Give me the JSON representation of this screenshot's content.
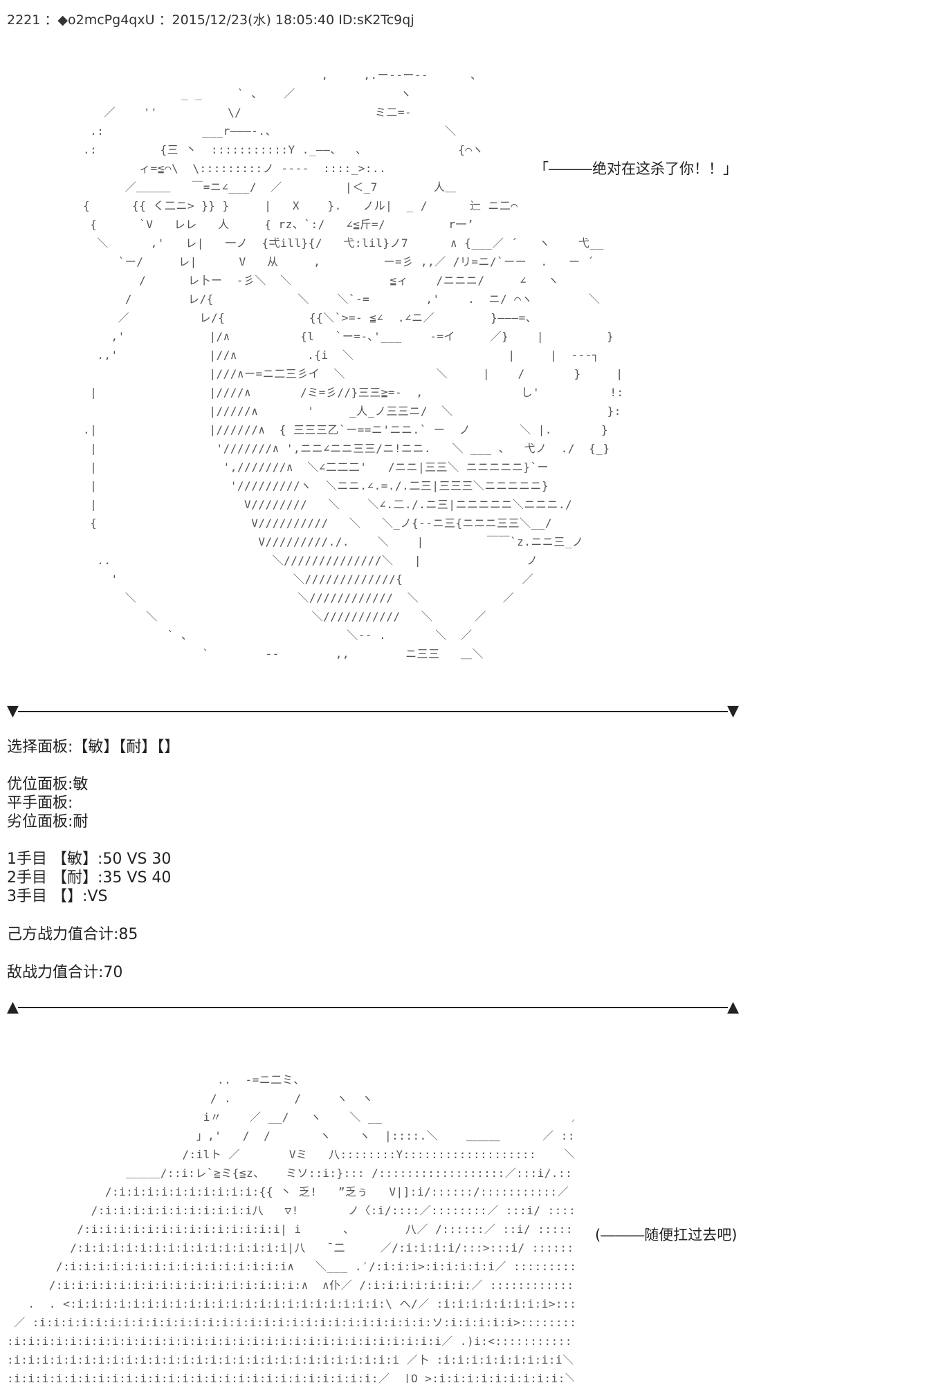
{
  "post": {
    "header": "2221 ：◆o2mcPg4qxU ：2015/12/23(水) 18:05:40 ID:sK2Tc9qj"
  },
  "art_top": {
    "lines": [
      "                                  ,     ,.ー--ー--      、",
      "              _ _     ` 、   ／               ヽ",
      "   ／    ''          \\/                   ミ二=-",
      " .:              ___r―――-.、                        ＼",
      ".:         {三 丶  :::::::::::Y ._――、  、             {⌒ヽ",
      "        ィ=≦⌒\\  \\:::::::::ノ ----  ::::_>:..",
      "      ／＿＿＿   ￣=ニ∠___/  ／         |＜_7        人＿",
      "{      {{ く二ニ> }} }     |   X    }.   ノル|  _ /      辷 ニ二⌒",
      " {      `V   レレ   人     { rz、`:/   ∠≦斤=/         r一’",
      "  ＼      ,'   レ|   一ノ  {弌ill}{/   弋:lil}ノ7      ∧ {___／ ´   ヽ    弋__",
      "     `ー/     レ|      V   从     ,         ー=彡 ,,／ /リ=ニ/`ーー  .   ー ´",
      "        /      レ卜ー  -彡＼  ＼              ≦ィ    /ニニニ/     ∠   ヽ",
      "      /        レ/{            ＼    ＼`-=        ,'    .  ニ/ ⌒ヽ        ＼",
      "     ／          レ/{            {{＼`>=- ≦∠  .∠ニ／        }―――=、",
      "    ,'            |/∧          {l   `ー=-､'___    -=イ     ／}    |         }",
      "  .,'             |//∧          .{i  ＼                      |     |  ---┐    卜-、",
      "                  |///∧ー=ニ二三彡イ  ＼             ＼     |    /       }     |     }",
      " |                |////∧       /ミ=彡//}三三≧=-  ,              し'          !:    |     卜、",
      "                  |/////∧       '     _人_ノ三三ニ/  ＼                      }:    |     |    }",
      ".|                |//////∧  { 三三三乙`ー==ニ'ニニ.` ー  ノ       ＼ |.       }     ∧.  |",
      " |                 '///////∧ ',ニニ∠ニニ三三/ニ!ニニ.   ＼ ___ 、  弋ノ  ./  {_}",
      " |                  ',///////∧  ＼∠二二二'   /ニニ|三三＼ ニニニニニ}`ー",
      " |                   '/////////ヽ  ＼ニニ.∠.=./.二三|三三三＼ニニニニニ}",
      " |                     V////////   ＼    ＼∠.二./.ニ三|ニニニニニ＼ニニニ./",
      " {                      V//////////   ＼   ＼_ノ{--ニ三{ニニニ三三＼__/",
      "                         V/////////./.    ＼    |         ￣￣`z.ニニ三_ノ",
      "  ..                       ＼//////////////＼   |               ノ",
      "    '                         ＼/////////////{                 ／",
      "      ＼                       ＼////////////  ＼            ／",
      "         ＼                      ＼///////////   ＼      ／",
      "            ` 、                      ＼-- .       ＼  ／",
      "                 `        --        ,,        ニ三三   ＿＼"
    ]
  },
  "speech": {
    "top": "「―――绝对在这杀了你！！」",
    "bottom": "(―――随便扛过去吧)"
  },
  "divider": {
    "top_left": "▼",
    "top_right": "▼",
    "bottom_left": "▲",
    "bottom_right": "▲"
  },
  "stats": {
    "select": "选择面板:【敏】【耐】【】",
    "superior": "优位面板:敏",
    "even": "平手面板:",
    "inferior": "劣位面板:耐",
    "round1": "1手目 【敏】:50 VS 30",
    "round2": "2手目 【耐】:35 VS 40",
    "round3": "3手目 【】:VS",
    "own_total": "己方战力值合计:85",
    "enemy_total": "敌战力值合计:70"
  },
  "art_bottom": {
    "lines": [
      "                              ..  -=ニ二ミ、",
      "                             / .         /     ヽ  ヽ                              ＿＿＿",
      "                            i〃    ／ __/   ヽ    ＼ __                           ／              、",
      "                           」,'   /  /       ヽ    ヽ  |::::.＼    ＿＿＿      ／ :::::::::::::::::::::i",
      "                         /:ilト ／       Vミ   八::::::::Y:::::::::::::::::::    ＼/ ::::::::::::::::::::::::::|",
      "                 ＿＿＿/::i:レ`≧ミ{≦z、   ミソ::i:}::: /::::::::::::::::::／:::i/.:::::::::::::::::::::::::::::::::ト",
      "              /:i:i:i:i:i:i:i:i:i:i:{{ 丶 乏!   ”乏ぅ   V|]:i/::::::/:::::::::::／ :::i/ :::::::::::::::::::::::::::::::::::|:|",
      "            /:i:i:i:i:i:i:i:i:i:i:i八   ▽!       ノ〈:i/::::／::::::::／ :::i/ ::::::::::::::::::::::::::::::::::::::::::|:|",
      "          /:i:i:i:i:i:i:i:i:i:i:i:i:i:i| i      ､        八／ /::::::／ ::i/ :::::::::::::::::::::::::::::::::::::::::::::::/:|",
      "         /:i:i:i:i:i:i:i:i:i:i:i:i:i:i:i|八   ¯二     ／/:i:i:i:i/:::>:::i/ :::::::::::::::::::::::::::::::::::::::::/:/:i|",
      "       /:i:i:i:i:i:i:i:i:i:i:i:i:i:i:i:i∧   ＼___ .′/:i:i:i>:i:i:i:i:i／ :::::::::::::::::::::::::::::::::::::／ ::i/:i:i:i|",
      "      /:i:i:i:i:i:i:i:i:i:i:i:i:i:i:i:i:i:∧  ∧仆／ /:i:i:i:i:i:i:i:／ ::::::::::::::::::::::::::::::>:i:i:i:i:i:i:i:/:i:i:i:/",
      "   .  . <:i:i:i:i:i:i:i:i:i:i:i:i:i:i:i:i:i:i:i:i:i:i:\\ ヘ/／ :i:i:i:i:i:i:i:i>::::::::::::::::::::::::::>:i:i:i:i:i:i:i:i:i:i:i/:i:i:i:i:/",
      " ／ :i:i:i:i:i:i:i:i:i:i:i:i:i:i:i:i:i:i:i:i:i:i:i:i:i:i:i:i:ソ:i:i:i:i:i>::::::::::::::::::::::::>:i:i:i:i:i:i:i:i:i:i:i:i:i:i:i:i:i:i/:i:i:i/",
      ":i:i:i:i:i:i:i:i:i:i:i:i:i:i:i:i:i:i:i:i:i:i:i:i:i:i:i:i:i:i:i／ .)i:<::::::::::::::::::::::::<:i:i:i:i:i:i:i:i:i:i:i:i:i:i:i:i:i:i:i:i:i:i:／",
      ":i:i:i:i:i:i:i:i:i:i:i:i:i:i:i:i:i:i:i:i:i:i:i:i:i:i:i:i ／卜 :i:i:i:i:i:i:i:i:i＼ ::::::::::::::::::::::::::::::::::::::::、:i:i:i/",
      ":i:i:i:i:i:i:i:i:i:i:i:i:i:i:i:i:i:i:i:i:i:i:i:i:i:i:／  |O >:i:i:i:i:i:i:i:i:i:＼ :::::::::::::::::::::::::::::::::::::::::/:i:i:/"
    ]
  }
}
